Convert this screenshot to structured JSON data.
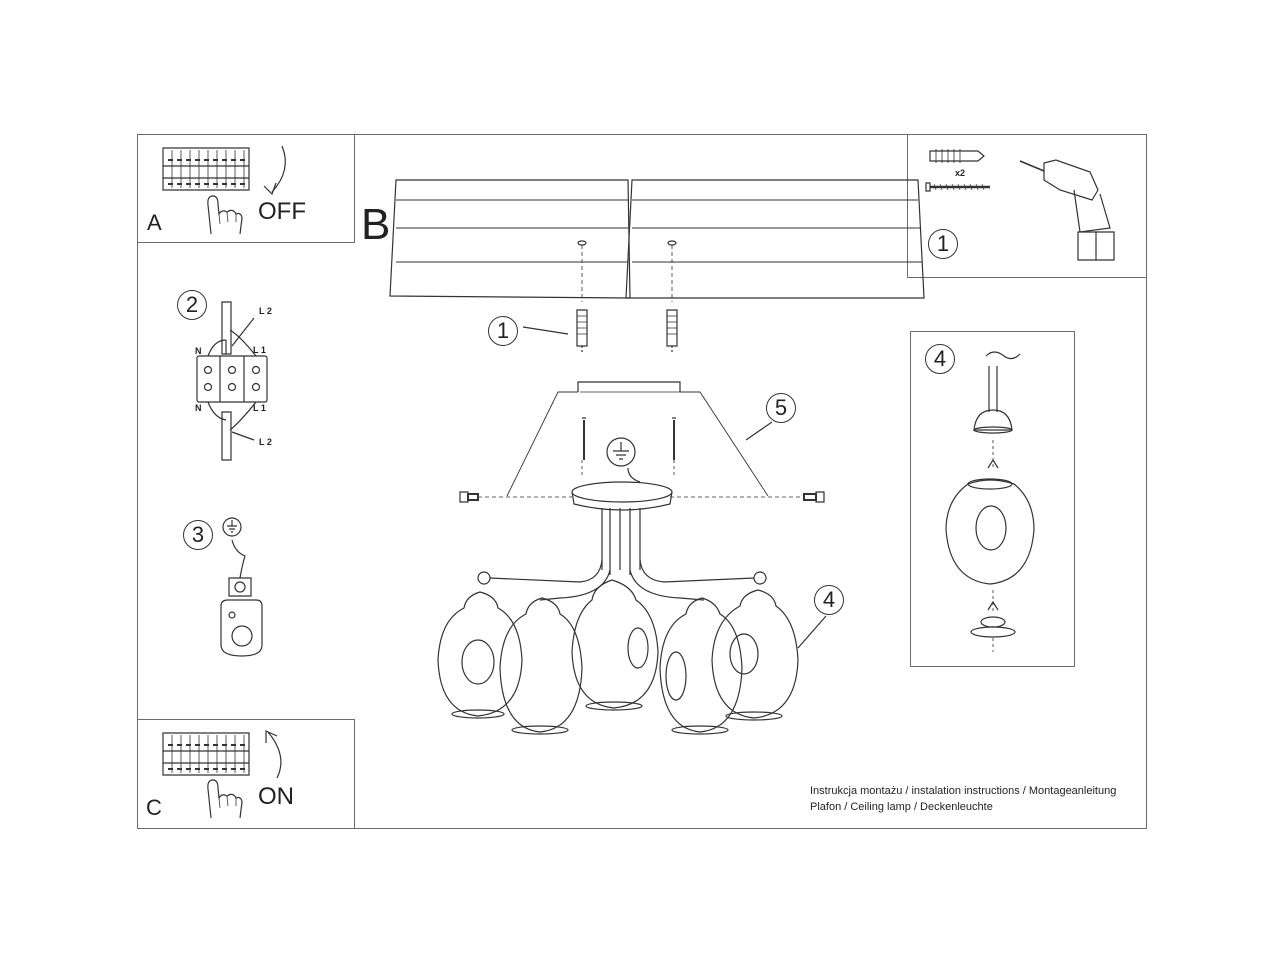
{
  "panels": {
    "a": {
      "letter": "A",
      "action": "OFF"
    },
    "b": {
      "letter": "B"
    },
    "c": {
      "letter": "C",
      "action": "ON"
    }
  },
  "steps": {
    "wiring": {
      "number": "2",
      "labels": {
        "l2_top": "L 2",
        "n_top": "N",
        "l1_top": "L 1",
        "n_bottom": "N",
        "l1_bottom": "L 1",
        "l2_bottom": "L 2"
      }
    },
    "ground": {
      "number": "3"
    },
    "anchors": {
      "number": "1",
      "quantity": "x2"
    },
    "screws_callout": {
      "number": "1"
    },
    "bracket_callout": {
      "number": "5"
    },
    "shades_callout": {
      "number": "4"
    },
    "shade_detail": {
      "number": "4"
    }
  },
  "footer": {
    "line1": "Instrukcja montażu / instalation instructions / Montageanleitung",
    "line2": "Plafon / Ceiling lamp / Deckenleuchte"
  }
}
